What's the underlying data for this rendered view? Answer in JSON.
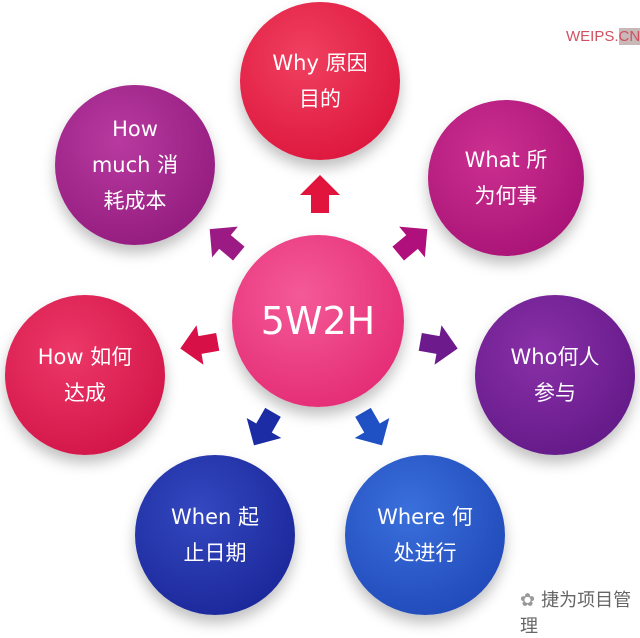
{
  "watermark_top": {
    "a": "WEIPS.",
    "b": "CN"
  },
  "watermark_bottom": {
    "text": "捷为项目管理"
  },
  "hub": {
    "label": "5W2H",
    "color": "#e8307a"
  },
  "nodes": [
    {
      "label": "Why 原因\n目的",
      "color": "#e0143c"
    },
    {
      "label": "What 所\n为何事",
      "color": "#b0107c"
    },
    {
      "label": "Who何人\n参与",
      "color": "#6c1a8c"
    },
    {
      "label": "Where 何\n处进行",
      "color": "#1f50c4"
    },
    {
      "label": "When 起\n止日期",
      "color": "#1c2ca4"
    },
    {
      "label": "How 如何\n达成",
      "color": "#d81048"
    },
    {
      "label": "How\nmuch 消\n耗成本",
      "color": "#9c1a84"
    }
  ]
}
